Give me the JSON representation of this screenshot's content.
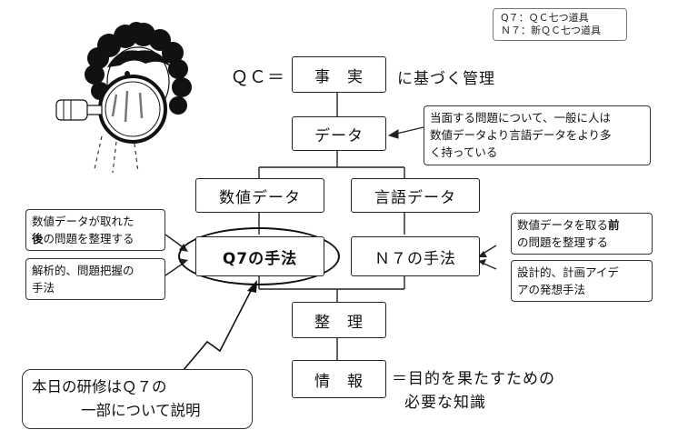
{
  "legend": {
    "q7": "Q７：ＱＣ七つ道具",
    "n7": "Ｎ７：新ＱＣ七つ道具"
  },
  "header": {
    "prefix": "ＱＣ＝",
    "fact": "事　実",
    "suffix": "に基づく管理"
  },
  "flow": {
    "data": "データ",
    "numeric": "数値データ",
    "verbal": "言語データ",
    "q7": "Q7の手法",
    "n7": "Ｎ７の手法",
    "organize": "整　理",
    "information": "情　報",
    "information_note": "＝目的を果たすための",
    "information_note2": "必要な知識"
  },
  "notes": {
    "data_line1": "当面する問題について、一般に人は",
    "data_line2": "数値データより言語データをより多",
    "data_line3": "く持っている",
    "q7_a_line1": "数値データが取れた",
    "q7_a_line2_bold": "後",
    "q7_a_line2_rest": "の問題を整理する",
    "q7_b_line1": "解析的、問題把握の",
    "q7_b_line2": "手法",
    "n7_a_line1_pre": "数値データを取る",
    "n7_a_line1_bold": "前",
    "n7_a_line2": "の問題を整理する",
    "n7_b_line1": "設計的、計画アイデ",
    "n7_b_line2": "アの発想手法"
  },
  "callout": {
    "line1": "本日の研修はＱ７の",
    "line2": "一部について説明"
  }
}
